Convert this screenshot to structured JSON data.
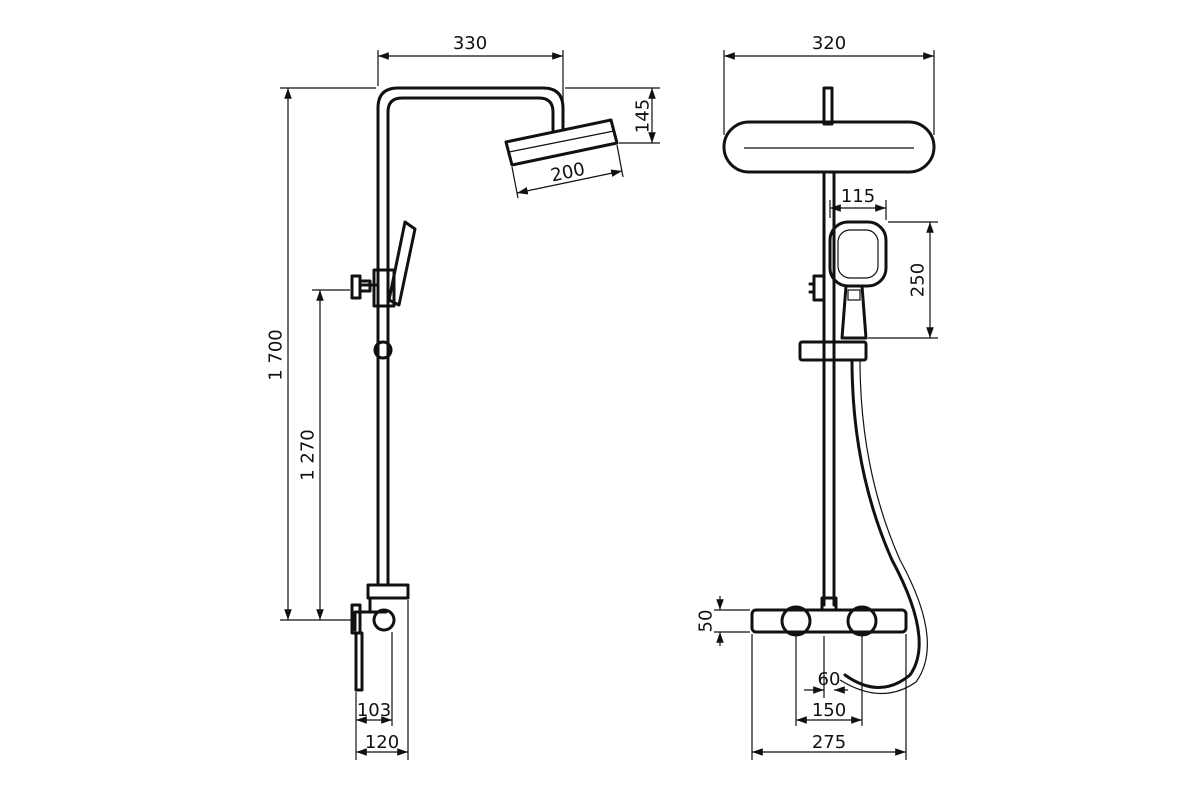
{
  "chart_data": {
    "type": "technical-drawing",
    "dimensions": {
      "side_arm_width": "330",
      "side_head_drop": "145",
      "side_head_length": "200",
      "total_height": "1 700",
      "mixer_height": "1 270",
      "side_outlet_depth": "103",
      "side_mixer_depth": "120",
      "front_head_width": "320",
      "front_handshower_offset": "115",
      "front_handshower_height": "250",
      "front_mixer_height": "50",
      "front_outlet_spacing": "60",
      "front_connector_spacing": "150",
      "front_mixer_width": "275"
    }
  }
}
